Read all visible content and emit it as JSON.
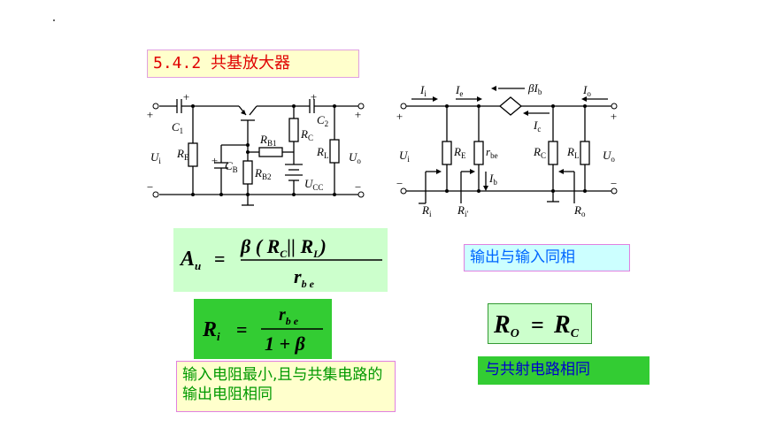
{
  "slide": {
    "title": "5.4.2   共基放大器",
    "note_in_phase": "输出与输入同相",
    "note_input_resistance": "输入电阻最小,且与共集电路的输出电阻相同",
    "note_output_resistance": "与共射电路相同"
  },
  "circuit_left": {
    "plus_left": "+",
    "minus_left": "−",
    "plus_right": "+",
    "minus_right": "−",
    "c1": "C",
    "c1_sub": "1",
    "c2": "C",
    "c2_sub": "2",
    "re": "R",
    "re_sub": "E",
    "cb": "C",
    "cb_sub": "B",
    "rb1": "R",
    "rb1_sub": "B1",
    "rb2": "R",
    "rb2_sub": "B2",
    "rc": "R",
    "rc_sub": "C",
    "rl": "R",
    "rl_sub": "L",
    "vcc": "U",
    "vcc_sub": "CC",
    "ui": "U",
    "ui_sub": "i",
    "uo": "U",
    "uo_sub": "o"
  },
  "circuit_right": {
    "ii": "I",
    "ii_sub": "i",
    "ie": "I",
    "ie_sub": "e",
    "beta_ib": "βI",
    "beta_ib_sub": "b",
    "io": "I",
    "io_sub": "o",
    "ic": "I",
    "ic_sub": "c",
    "ui": "U",
    "ui_sub": "i",
    "re": "R",
    "re_sub": "E",
    "rbe": "r",
    "rbe_sub": "be",
    "ib": "I",
    "ib_sub": "b",
    "rc": "R",
    "rc_sub": "C",
    "rl": "R",
    "rl_sub": "L",
    "uo": "U",
    "uo_sub": "o",
    "ri": "R",
    "ri_sub": "i",
    "ri_prime": "R",
    "ri_prime_sub": "i′",
    "ro": "R",
    "ro_sub": "o"
  },
  "formulas": {
    "au_lhs": "A",
    "au_lhs_sub": "u",
    "au_eq": "=",
    "au_num": "β ( R",
    "au_num_c": "C",
    "au_num_par": "|| R",
    "au_num_l": "L",
    "au_num_close": ")",
    "au_den": "r",
    "au_den_sub": "b e",
    "ri_lhs": "R",
    "ri_lhs_sub": "i",
    "ri_eq": "=",
    "ri_num": "r",
    "ri_num_sub": "b e",
    "ri_den": "1 + β",
    "ro_lhs": "R",
    "ro_lhs_sub": "O",
    "ro_eq": "=",
    "ro_rhs": "R",
    "ro_rhs_sub": "C"
  }
}
